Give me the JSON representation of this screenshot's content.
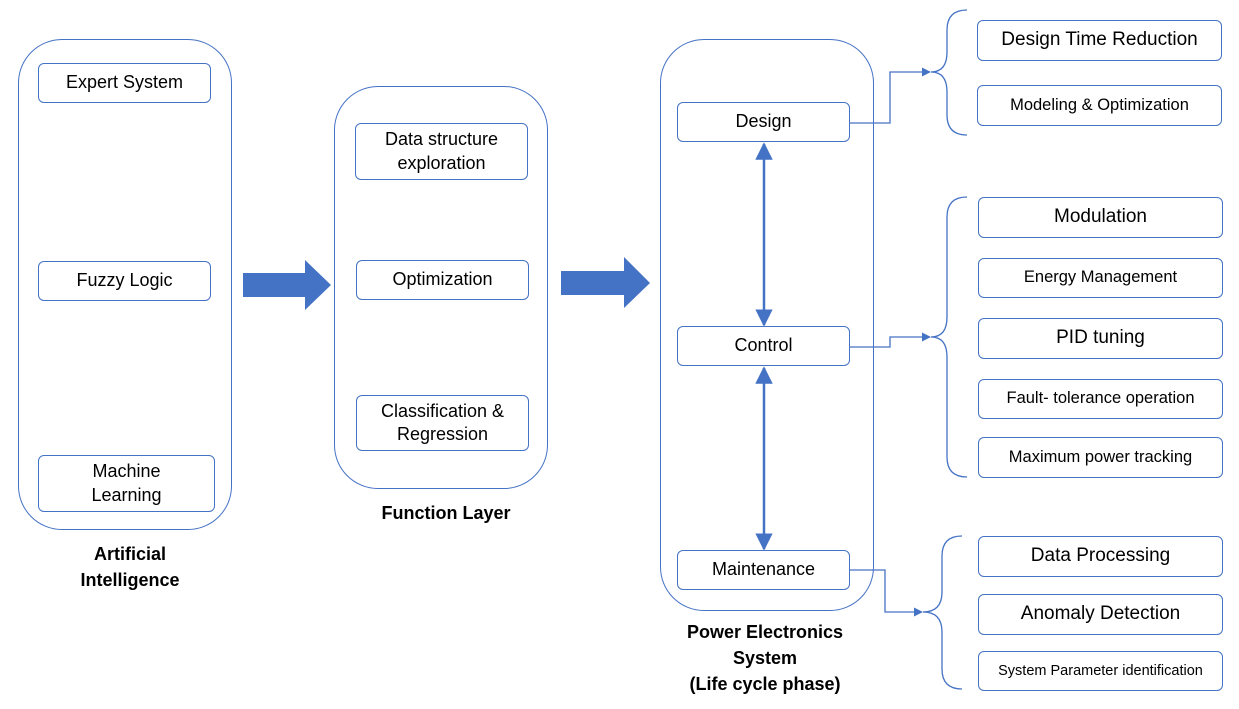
{
  "ai": {
    "items": [
      "Expert System",
      "Fuzzy Logic",
      "Machine Learning"
    ],
    "caption_line1": "Artificial",
    "caption_line2": "Intelligence"
  },
  "function_layer": {
    "items": [
      "Data structure exploration",
      "Optimization",
      "Classification & Regression"
    ],
    "caption": "Function Layer"
  },
  "pes": {
    "phases": [
      "Design",
      "Control",
      "Maintenance"
    ],
    "caption_line1": "Power Electronics",
    "caption_line2": "System",
    "caption_line3": "(Life cycle phase)"
  },
  "design_outcomes": [
    "Design Time Reduction",
    "Modeling & Optimization"
  ],
  "control_outcomes": [
    "Modulation",
    "Energy Management",
    "PID tuning",
    "Fault- tolerance operation",
    "Maximum power tracking"
  ],
  "maintenance_outcomes": [
    "Data Processing",
    "Anomaly Detection",
    "System Parameter identification"
  ],
  "colors": {
    "line": "#4472c4",
    "arrow_fill": "#4472c4"
  }
}
